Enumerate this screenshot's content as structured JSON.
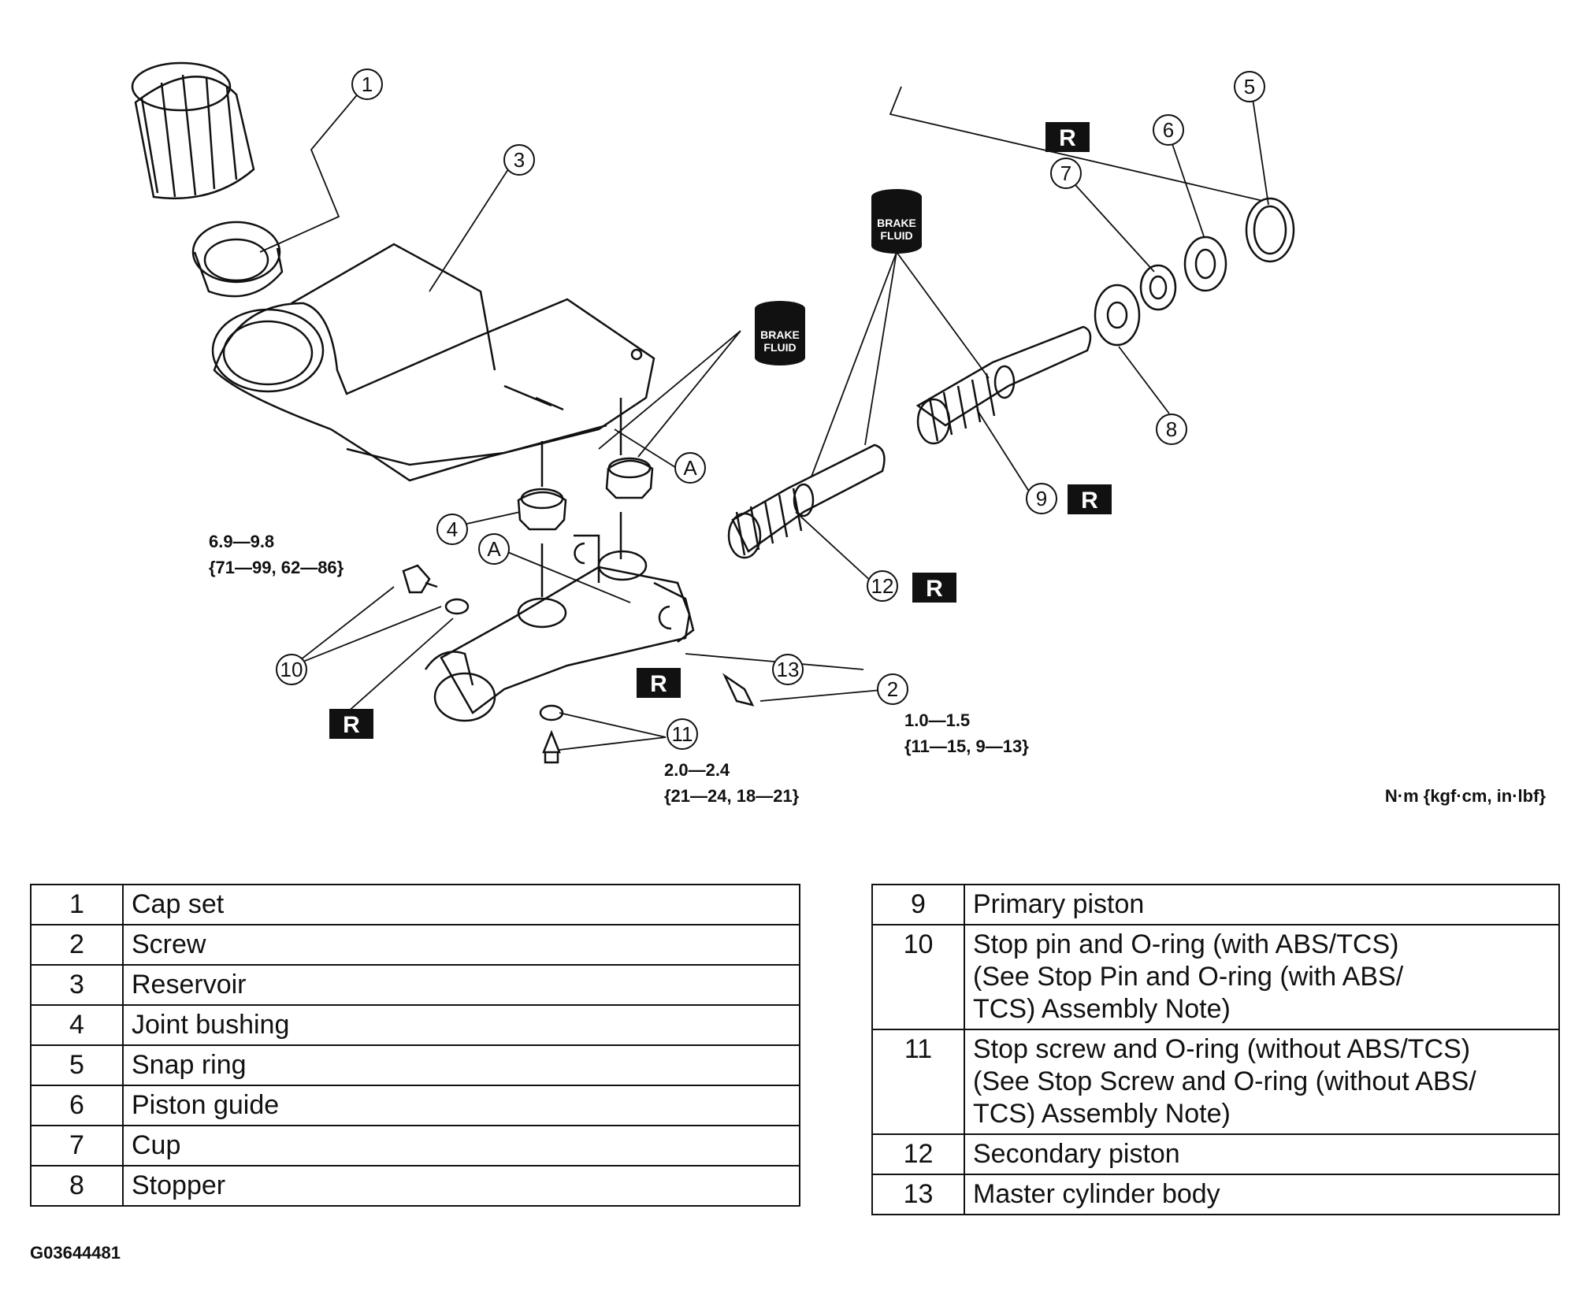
{
  "diagram": {
    "callouts": [
      "1",
      "2",
      "3",
      "4",
      "5",
      "6",
      "7",
      "8",
      "9",
      "10",
      "11",
      "12",
      "13",
      "A",
      "A"
    ],
    "torques": {
      "stop_pin_nm": "6.9—9.8",
      "stop_pin_kgf": "{71—99, 62—86}",
      "screw_nm": "1.0—1.5",
      "screw_kgf": "{11—15, 9—13}",
      "stop_screw_nm": "2.0—2.4",
      "stop_screw_kgf": "{21—24, 18—21}"
    },
    "units": "N·m {kgf·cm, in·lbf}",
    "replace_mark": "R",
    "brake_fluid_line1": "BRAKE",
    "brake_fluid_line2": "FLUID"
  },
  "legend": {
    "left": [
      {
        "num": "1",
        "desc": "Cap set"
      },
      {
        "num": "2",
        "desc": "Screw"
      },
      {
        "num": "3",
        "desc": "Reservoir"
      },
      {
        "num": "4",
        "desc": "Joint bushing"
      },
      {
        "num": "5",
        "desc": "Snap ring"
      },
      {
        "num": "6",
        "desc": "Piston guide"
      },
      {
        "num": "7",
        "desc": "Cup"
      },
      {
        "num": "8",
        "desc": "Stopper"
      }
    ],
    "right": [
      {
        "num": "9",
        "desc": "Primary piston"
      },
      {
        "num": "10",
        "desc": "Stop pin and O-ring (with ABS/TCS)\n (See Stop Pin and O-ring (with ABS/\nTCS) Assembly Note)"
      },
      {
        "num": "11",
        "desc": "Stop screw and O-ring (without ABS/TCS)\n (See  Stop Screw and O-ring (without ABS/\nTCS) Assembly Note)"
      },
      {
        "num": "12",
        "desc": "Secondary piston"
      },
      {
        "num": "13",
        "desc": "Master cylinder body"
      }
    ]
  },
  "figure_id": "G03644481"
}
